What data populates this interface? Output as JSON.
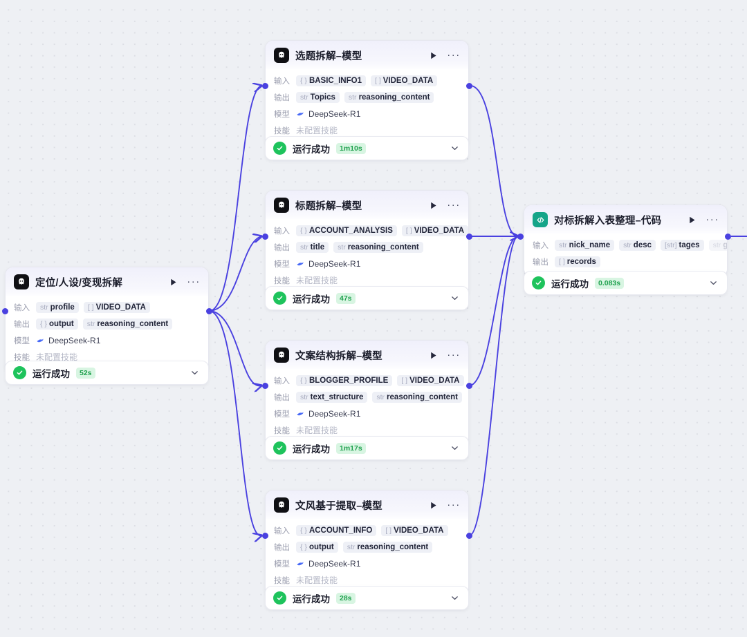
{
  "canvas": {
    "background_color": "#eef0f4",
    "dot_color": "#dcdee4",
    "edge_color": "#4a41e0"
  },
  "labels": {
    "input": "输入",
    "output": "输出",
    "model": "模型",
    "skill": "技能",
    "no_skill": "未配置技能",
    "status_success": "运行成功",
    "overflow": "···"
  },
  "nodes": [
    {
      "id": "node-positioning",
      "icon": "llm-node-icon",
      "title": "定位/人设/变现拆解",
      "inputs": [
        {
          "type": "str",
          "name": "profile"
        },
        {
          "type": "[ ]",
          "name": "VIDEO_DATA"
        }
      ],
      "outputs": [
        {
          "type": "{ }",
          "name": "output"
        },
        {
          "type": "str",
          "name": "reasoning_content"
        }
      ],
      "model": "DeepSeek-R1",
      "skill": "未配置技能",
      "status": {
        "text": "运行成功",
        "duration": "52s"
      }
    },
    {
      "id": "node-topic",
      "icon": "llm-node-icon",
      "title": "选题拆解–模型",
      "inputs": [
        {
          "type": "{ }",
          "name": "BASIC_INFO1"
        },
        {
          "type": "[ ]",
          "name": "VIDEO_DATA"
        }
      ],
      "outputs": [
        {
          "type": "str",
          "name": "Topics"
        },
        {
          "type": "str",
          "name": "reasoning_content"
        }
      ],
      "model": "DeepSeek-R1",
      "skill": "未配置技能",
      "status": {
        "text": "运行成功",
        "duration": "1m10s"
      }
    },
    {
      "id": "node-title",
      "icon": "llm-node-icon",
      "title": "标题拆解–模型",
      "inputs": [
        {
          "type": "{ }",
          "name": "ACCOUNT_ANALYSIS"
        },
        {
          "type": "[ ]",
          "name": "VIDEO_DATA"
        }
      ],
      "outputs": [
        {
          "type": "str",
          "name": "title"
        },
        {
          "type": "str",
          "name": "reasoning_content"
        }
      ],
      "model": "DeepSeek-R1",
      "skill": "未配置技能",
      "status": {
        "text": "运行成功",
        "duration": "47s"
      }
    },
    {
      "id": "node-structure",
      "icon": "llm-node-icon",
      "title": "文案结构拆解–模型",
      "inputs": [
        {
          "type": "{ }",
          "name": "BLOGGER_PROFILE"
        },
        {
          "type": "[ ]",
          "name": "VIDEO_DATA"
        }
      ],
      "outputs": [
        {
          "type": "str",
          "name": "text_structure"
        },
        {
          "type": "str",
          "name": "reasoning_content"
        }
      ],
      "model": "DeepSeek-R1",
      "skill": "未配置技能",
      "status": {
        "text": "运行成功",
        "duration": "1m17s"
      }
    },
    {
      "id": "node-style",
      "icon": "llm-node-icon",
      "title": "文风基于提取–模型",
      "inputs": [
        {
          "type": "{ }",
          "name": "ACCOUNT_INFO"
        },
        {
          "type": "[ ]",
          "name": "VIDEO_DATA"
        }
      ],
      "outputs": [
        {
          "type": "{ }",
          "name": "output"
        },
        {
          "type": "str",
          "name": "reasoning_content"
        }
      ],
      "model": "DeepSeek-R1",
      "skill": "未配置技能",
      "status": {
        "text": "运行成功",
        "duration": "28s"
      }
    },
    {
      "id": "node-code",
      "icon": "code-node-icon",
      "title": "对标拆解入表整理–代码",
      "inputs": [
        {
          "type": "str",
          "name": "nick_name"
        },
        {
          "type": "str",
          "name": "desc"
        },
        {
          "type": "[str]",
          "name": "tages"
        },
        {
          "type": "str",
          "name": "gend",
          "faded": true
        }
      ],
      "outputs": [
        {
          "type": "[ ]",
          "name": "records"
        }
      ],
      "status": {
        "text": "运行成功",
        "duration": "0.083s"
      }
    }
  ]
}
